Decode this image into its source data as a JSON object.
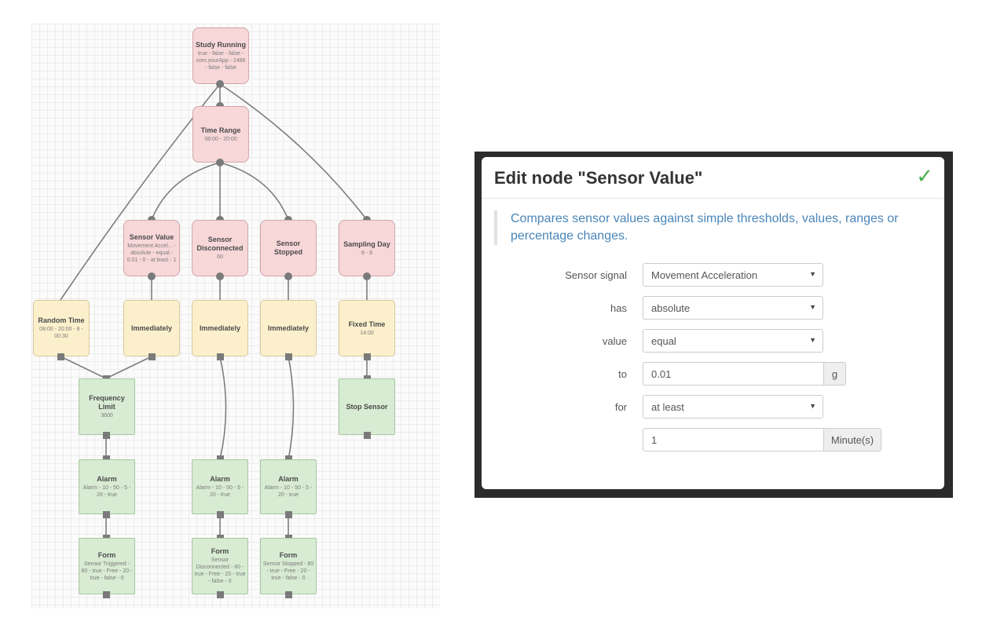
{
  "flow": {
    "nodes": {
      "study_running": {
        "title": "Study Running",
        "sub": "true - false - false - com.yourApp - 2486 - false - false"
      },
      "time_range": {
        "title": "Time Range",
        "sub": "08:00 - 20:00"
      },
      "sensor_value": {
        "title": "Sensor Value",
        "sub": "Movement Accel... - absolute - equal - 0.01 - 0 - at least - 1"
      },
      "sensor_disconnected": {
        "title": "Sensor Disconnected",
        "sub": "60"
      },
      "sensor_stopped": {
        "title": "Sensor Stopped",
        "sub": ""
      },
      "sampling_day": {
        "title": "Sampling Day",
        "sub": "8 - 8"
      },
      "random_time": {
        "title": "Random Time",
        "sub": "08:00 - 20:00 - 8 - 00:30"
      },
      "immediately_1": {
        "title": "Immediately",
        "sub": ""
      },
      "immediately_2": {
        "title": "Immediately",
        "sub": ""
      },
      "immediately_3": {
        "title": "Immediately",
        "sub": ""
      },
      "fixed_time": {
        "title": "Fixed Time",
        "sub": "14:00"
      },
      "frequency_limit": {
        "title": "Frequency Limit",
        "sub": "3600"
      },
      "stop_sensor": {
        "title": "Stop Sensor",
        "sub": ""
      },
      "alarm_1": {
        "title": "Alarm",
        "sub": "Alarm - 10 - 50 - 5 - 20 - true"
      },
      "alarm_2": {
        "title": "Alarm",
        "sub": "Alarm - 10 - 50 - 5 - 20 - true"
      },
      "alarm_3": {
        "title": "Alarm",
        "sub": "Alarm - 10 - 50 - 5 - 20 - true"
      },
      "form_1": {
        "title": "Form",
        "sub": "Sensor Triggered - 60 - true - Free - 20 - true - false - 0"
      },
      "form_2": {
        "title": "Form",
        "sub": "Sensor Disconnected - 60 - true - Free - 20 - true - false - 0"
      },
      "form_3": {
        "title": "Form",
        "sub": "Sensor Stopped - 60 - true - Free - 20 - true - false - 0"
      }
    }
  },
  "dialog": {
    "title": "Edit node \"Sensor Value\"",
    "confirm_icon": "checkmark-icon",
    "description": "Compares sensor values against simple thresholds, values, ranges or percentage changes.",
    "fields": {
      "sensor_signal": {
        "label": "Sensor signal",
        "value": "Movement Acceleration"
      },
      "has": {
        "label": "has",
        "value": "absolute"
      },
      "value": {
        "label": "value",
        "value": "equal"
      },
      "to": {
        "label": "to",
        "value": "0.01",
        "unit": "g"
      },
      "for": {
        "label": "for",
        "value": "at least"
      },
      "duration": {
        "label": "",
        "value": "1",
        "unit": "Minute(s)"
      }
    },
    "colors": {
      "accent": "#4a86b9",
      "confirm": "#4caf50"
    }
  }
}
